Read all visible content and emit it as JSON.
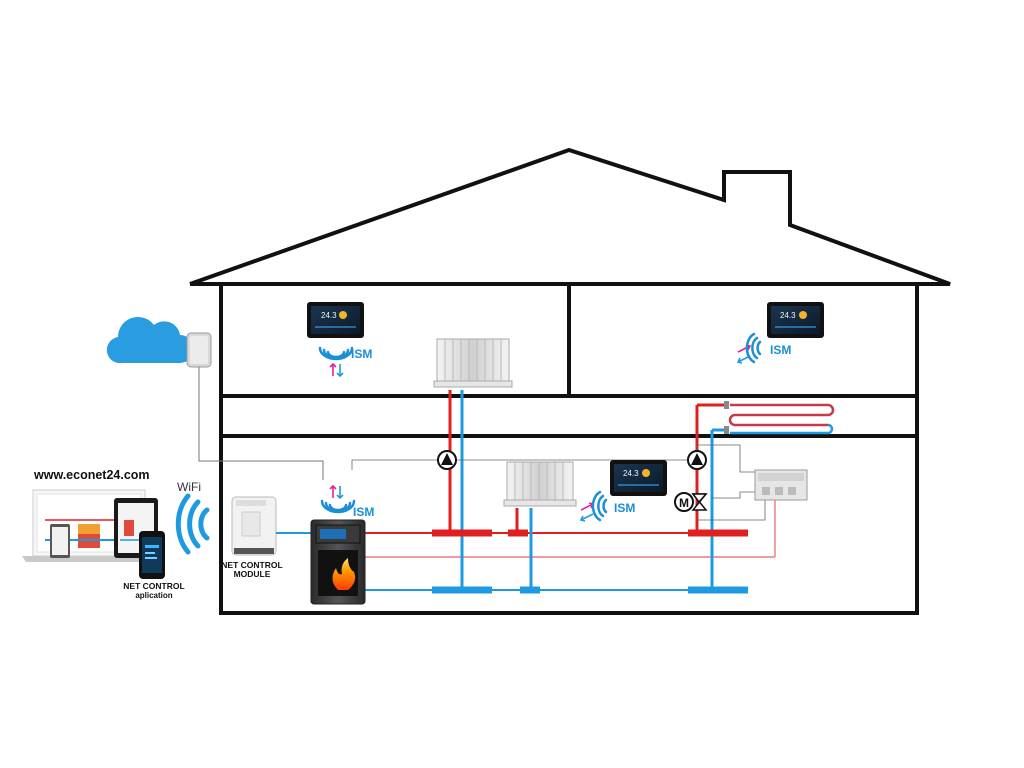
{
  "labels": {
    "website": "www.econet24.com",
    "wifi": "WiFi",
    "net_control_app_line1": "NET CONTROL",
    "net_control_app_line2": "aplication",
    "net_control_module_line1": "NET CONTROL",
    "net_control_module_line2": "MODULE",
    "ism": "ISM",
    "motor_valve": "M"
  },
  "panels": {
    "display_temp": "24.3"
  },
  "colors": {
    "hot_pipe": "#e02020",
    "cold_pipe": "#1e9be0",
    "wall": "#111111",
    "cloud": "#2a9de0",
    "ism_text": "#1a8fd8",
    "arrow_out": "#e8209a",
    "arrow_in": "#1e9be0"
  }
}
